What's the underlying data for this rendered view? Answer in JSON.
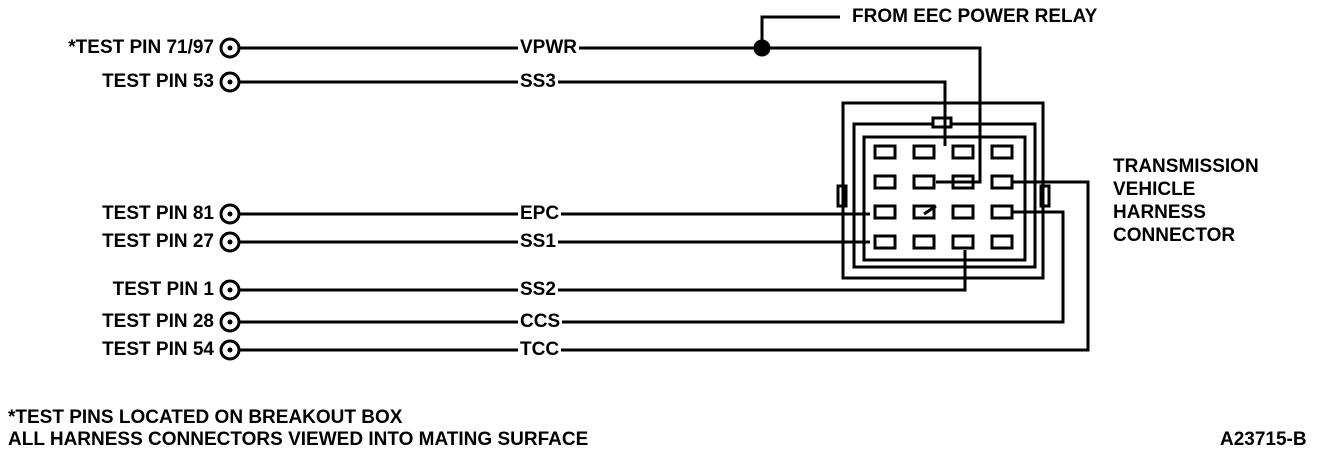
{
  "relay_label": "FROM EEC POWER RELAY",
  "connector_label": [
    "TRANSMISSION",
    "VEHICLE",
    "HARNESS",
    "CONNECTOR"
  ],
  "circuits": [
    {
      "pin_label": "*TEST PIN 71/97",
      "wire": "VPWR"
    },
    {
      "pin_label": "TEST PIN 53",
      "wire": "SS3"
    },
    {
      "pin_label": "TEST PIN 81",
      "wire": "EPC"
    },
    {
      "pin_label": "TEST PIN 27",
      "wire": "SS1"
    },
    {
      "pin_label": "TEST PIN 1",
      "wire": "SS2"
    },
    {
      "pin_label": "TEST PIN 28",
      "wire": "CCS"
    },
    {
      "pin_label": "TEST PIN 54",
      "wire": "TCC"
    }
  ],
  "footnotes": [
    "*TEST PINS LOCATED ON BREAKOUT BOX",
    "ALL HARNESS CONNECTORS VIEWED INTO MATING SURFACE"
  ],
  "figure_id": "A23715-B"
}
